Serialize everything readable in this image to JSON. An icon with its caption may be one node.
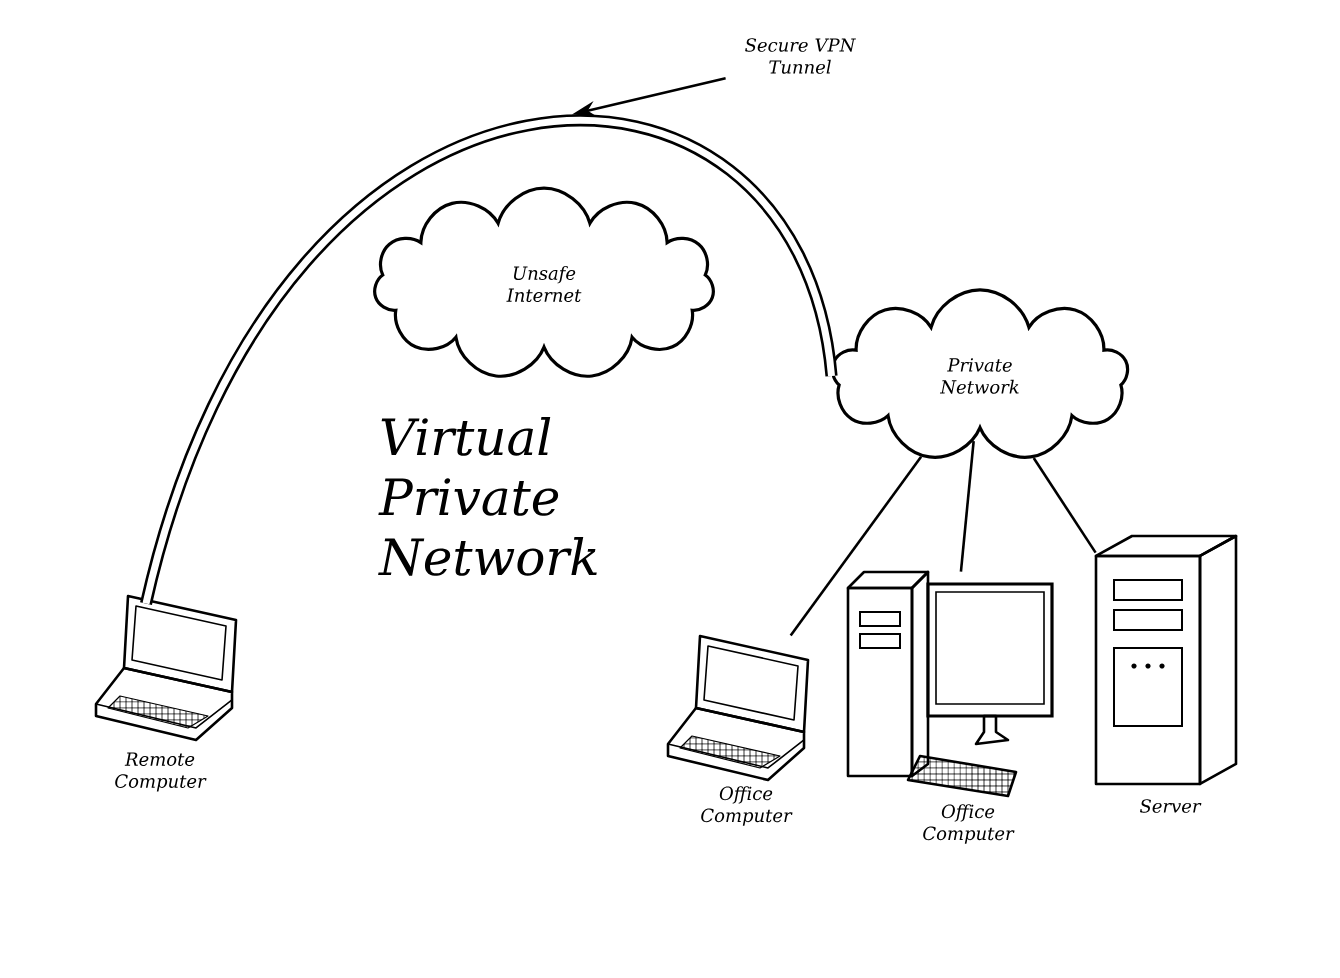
{
  "diagram": {
    "title": "Virtual Private Network",
    "nodes": [
      {
        "text": [
          "Unsafe Internet"
        ]
      },
      {
        "text": [
          "Private Network"
        ]
      },
      {
        "text": [],
        "shape": "picture",
        "beside": [
          "Remote Computer"
        ]
      },
      {
        "text": [],
        "shape": "picture",
        "beside": [
          "Office Computer"
        ]
      },
      {
        "text": [],
        "shape": "picture",
        "beside": [
          "Office Computer"
        ]
      },
      {
        "text": [],
        "shape": "picture",
        "beside": [
          "Server"
        ]
      },
      {
        "text": [
          "Secure VPN Tunnel"
        ]
      }
    ],
    "edges": [
      {
        "from": 2,
        "to": 1,
        "arrow": "none",
        "style": "thick"
      },
      {
        "from": 1,
        "to": 3,
        "arrow": "none"
      },
      {
        "from": 1,
        "to": 4,
        "arrow": "none"
      },
      {
        "from": 1,
        "to": 5,
        "arrow": "none"
      },
      {
        "from": 6,
        "to": null,
        "arrow": "to"
      }
    ]
  }
}
